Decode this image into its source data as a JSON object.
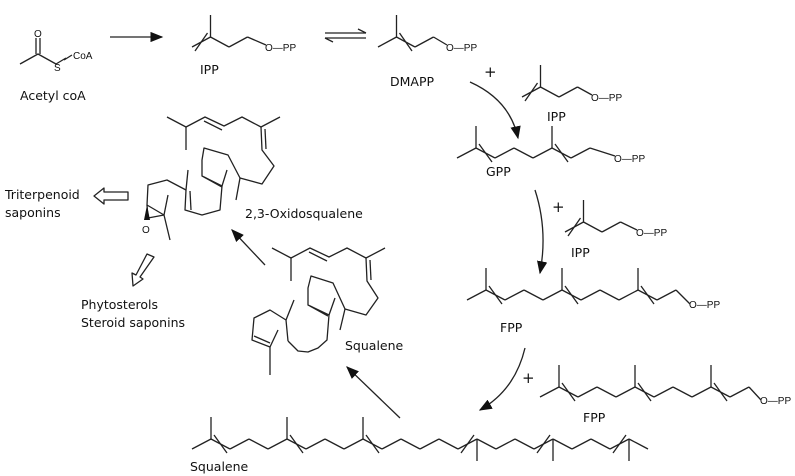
{
  "title": "Triterpenoid saponin and phytosterol biosynthesis pathway",
  "compounds": {
    "acetyl_coa": {
      "label": "Acetyl coA",
      "atom_o": "O",
      "atom_s": "S",
      "group": "CoA"
    },
    "ipp1": {
      "label": "IPP",
      "group": "O—PP"
    },
    "dmapp": {
      "label": "DMAPP",
      "group": "O—PP"
    },
    "ipp2": {
      "label": "IPP",
      "group": "O—PP"
    },
    "gpp": {
      "label": "GPP",
      "group": "O—PP"
    },
    "ipp3": {
      "label": "IPP",
      "group": "O—PP"
    },
    "fpp1": {
      "label": "FPP",
      "group": "O—PP"
    },
    "fpp2": {
      "label": "FPP",
      "group": "O—PP"
    },
    "squalene_linear": {
      "label": "Squalene"
    },
    "squalene_folded": {
      "label": "Squalene"
    },
    "oxidosqualene": {
      "label": "2,3-Oxidosqualene",
      "atom_o": "O"
    }
  },
  "plus_signs": [
    "+",
    "+",
    "+"
  ],
  "products": {
    "triterpenoid": [
      "Triterpenoid",
      "saponins"
    ],
    "sterols": [
      "Phytosterols",
      "Steroid saponins"
    ]
  }
}
